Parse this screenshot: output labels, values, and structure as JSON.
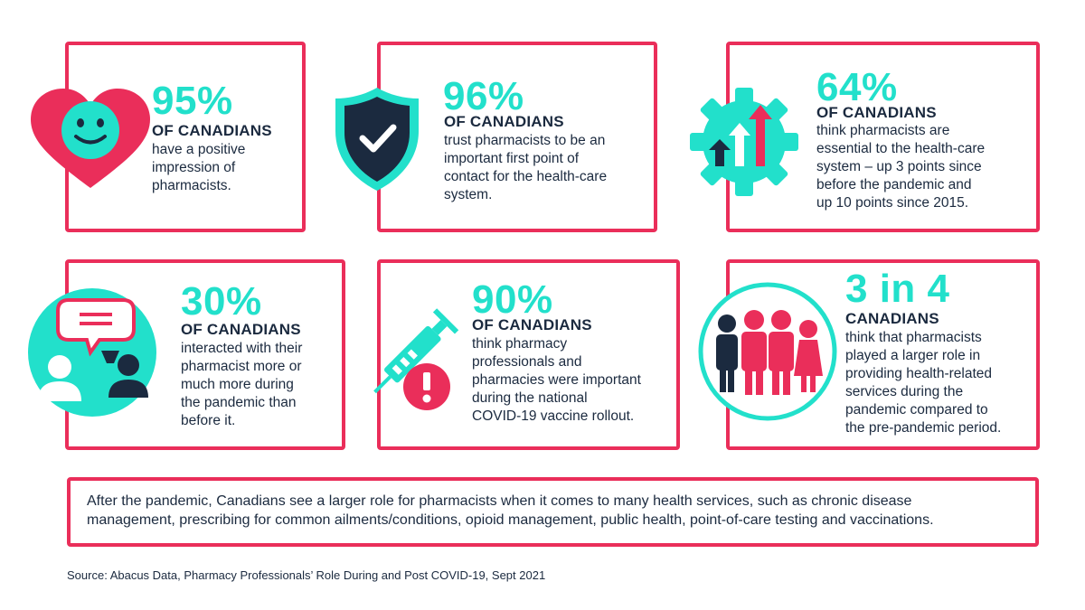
{
  "colors": {
    "accent": "#ea2e5a",
    "teal": "#22e0cb",
    "navy": "#1b2a3f"
  },
  "cards": [
    {
      "icon": "heart-smiley-icon",
      "stat": "95%",
      "label": "OF CANADIANS",
      "lines": [
        "have a positive",
        "impression of",
        "pharmacists."
      ]
    },
    {
      "icon": "shield-check-icon",
      "stat": "96%",
      "label": "OF CANADIANS",
      "lines": [
        "trust pharmacists to be an",
        "important first point  of",
        "contact for the health-care",
        "system."
      ]
    },
    {
      "icon": "gear-arrows-icon",
      "stat": "64%",
      "label": "OF CANADIANS",
      "lines": [
        "think pharmacists are",
        "essential to the health-care",
        "system  – up 3 points since",
        "before the pandemic and",
        "up 10 points since 2015."
      ]
    },
    {
      "icon": "chat-people-icon",
      "stat": "30%",
      "label": "OF CANADIANS",
      "lines": [
        "interacted with their",
        "pharmacist more or",
        "much more during",
        "the pandemic than",
        "before it."
      ]
    },
    {
      "icon": "syringe-alert-icon",
      "stat": "90%",
      "label": "OF CANADIANS",
      "lines": [
        "think pharmacy",
        "professionals and",
        "pharmacies were important",
        "during the national",
        "COVID-19 vaccine rollout."
      ]
    },
    {
      "icon": "family-icon",
      "stat": "3 in 4",
      "label": "CANADIANS",
      "lines": [
        "think that pharmacists",
        "played a larger role in",
        "providing health-related",
        "services during the",
        "pandemic compared to",
        "the pre-pandemic period."
      ]
    }
  ],
  "note": {
    "lines": [
      "After the pandemic, Canadians see a larger role for pharmacists when it comes to many health services, such as chronic disease",
      "management, prescribing for common ailments/conditions, opioid management, public health, point-of-care testing and vaccinations."
    ]
  },
  "source": "Source: Abacus Data, Pharmacy Professionals’ Role During and Post COVID-19, Sept 2021"
}
